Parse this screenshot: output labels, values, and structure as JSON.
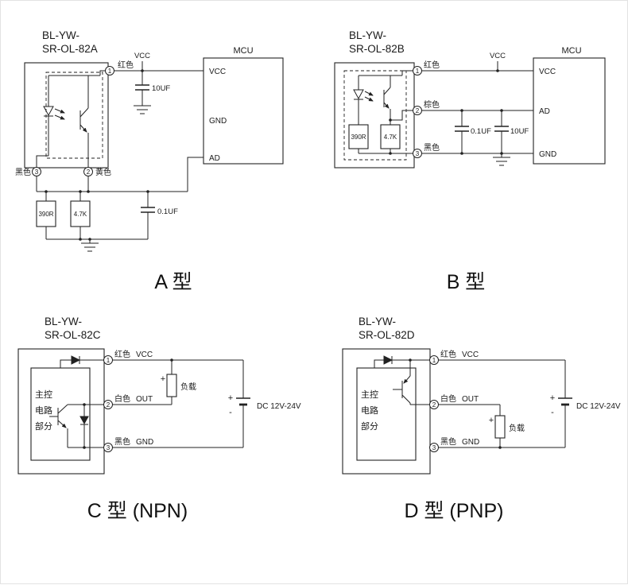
{
  "a": {
    "title1": "BL-YW-",
    "title2": "SR-OL-82A",
    "caption": "A 型",
    "pin1": {
      "num": "1",
      "color": "红色"
    },
    "pin2": {
      "num": "2",
      "color": "黄色"
    },
    "pin3": {
      "num": "3",
      "color": "黑色"
    },
    "vcc_label": "VCC",
    "cap1": "10UF",
    "cap2": "0.1UF",
    "r1": "390R",
    "r2": "4.7K",
    "mcu": {
      "title": "MCU",
      "pin1": "VCC",
      "pin2": "GND",
      "pin3": "AD"
    }
  },
  "b": {
    "title1": "BL-YW-",
    "title2": "SR-OL-82B",
    "caption": "B 型",
    "pin1": {
      "num": "1",
      "color": "红色"
    },
    "pin2": {
      "num": "2",
      "color": "棕色"
    },
    "pin3": {
      "num": "3",
      "color": "黑色"
    },
    "vcc_label": "VCC",
    "cap1": "0.1UF",
    "cap2": "10UF",
    "r1": "390R",
    "r2": "4.7K",
    "mcu": {
      "title": "MCU",
      "pin1": "VCC",
      "pin2": "AD",
      "pin3": "GND"
    }
  },
  "c": {
    "title1": "BL-YW-",
    "title2": "SR-OL-82C",
    "caption": "C 型 (NPN)",
    "inner": {
      "line1": "主控",
      "line2": "电路",
      "line3": "部分"
    },
    "pin1": {
      "num": "1",
      "color": "红色",
      "signal": "VCC"
    },
    "pin2": {
      "num": "2",
      "color": "白色",
      "signal": "OUT"
    },
    "pin3": {
      "num": "3",
      "color": "黑色",
      "signal": "GND"
    },
    "load": {
      "plus": "+",
      "label": "负载"
    },
    "battery": {
      "plus": "+",
      "minus": "-",
      "label": "DC 12V-24V"
    }
  },
  "d": {
    "title1": "BL-YW-",
    "title2": "SR-OL-82D",
    "caption": "D 型 (PNP)",
    "inner": {
      "line1": "主控",
      "line2": "电路",
      "line3": "部分"
    },
    "pin1": {
      "num": "1",
      "color": "红色",
      "signal": "VCC"
    },
    "pin2": {
      "num": "2",
      "color": "白色",
      "signal": "OUT"
    },
    "pin3": {
      "num": "3",
      "color": "黑色",
      "signal": "GND"
    },
    "load": {
      "plus": "+",
      "label": "负载"
    },
    "battery": {
      "plus": "+",
      "minus": "-",
      "label": "DC 12V-24V"
    }
  }
}
